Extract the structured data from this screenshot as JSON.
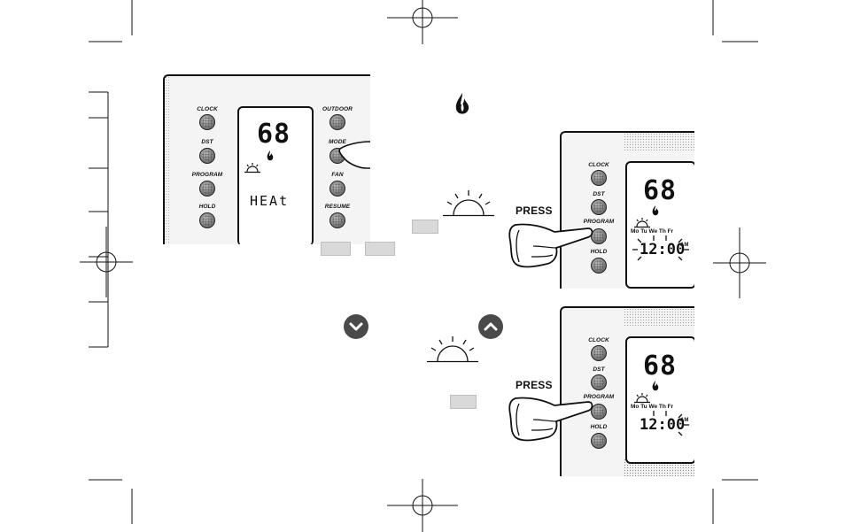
{
  "left_panel": {
    "buttons_left": [
      "CLOCK",
      "DST",
      "PROGRAM",
      "HOLD"
    ],
    "buttons_right": [
      "OUTDOOR",
      "MODE",
      "FAN",
      "RESUME"
    ],
    "display": {
      "temperature": "68",
      "mode_text": "HEAt"
    }
  },
  "step1": {
    "press_label": "PRESS",
    "buttons": [
      "CLOCK",
      "DST",
      "PROGRAM",
      "HOLD"
    ],
    "display": {
      "temperature": "68",
      "days": "Mo Tu We Th Fr",
      "time": "12:00",
      "ampm": "AM"
    }
  },
  "step2": {
    "press_label": "PRESS",
    "buttons": [
      "CLOCK",
      "DST",
      "PROGRAM",
      "HOLD"
    ],
    "display": {
      "temperature": "68",
      "days": "Mo Tu We Th Fr",
      "time": "12:00",
      "ampm": "AM"
    }
  },
  "icons": {
    "flame": "flame-icon",
    "sun": "sunrise-icon",
    "down": "down-arrow-icon",
    "up": "up-arrow-icon"
  },
  "colors": {
    "ink": "#111111",
    "button_grey": "#4a4a4a",
    "highlight_box": "#d9d9d9"
  }
}
